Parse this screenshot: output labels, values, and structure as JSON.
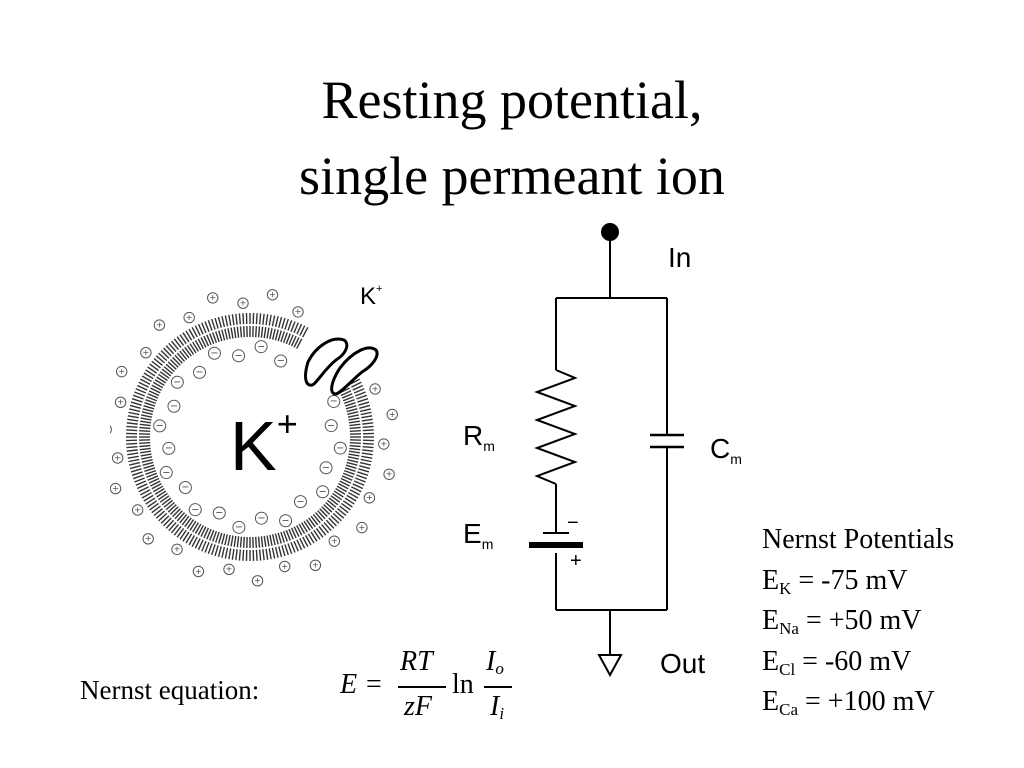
{
  "title": {
    "line1": "Resting potential,",
    "line2": "single permeant ion"
  },
  "cell": {
    "inside_ion": "K",
    "inside_charge": "+",
    "channel_ion": "K",
    "channel_charge": "+",
    "outside_charge_symbol": "+",
    "inside_charge_symbol": "−"
  },
  "circuit": {
    "in_label": "In",
    "out_label": "Out",
    "resistor_label": "R",
    "resistor_sub": "m",
    "capacitor_label": "C",
    "capacitor_sub": "m",
    "battery_label": "E",
    "battery_sub": "m",
    "battery_minus": "−",
    "battery_plus": "+"
  },
  "nernst_potentials": {
    "heading": "Nernst Potentials",
    "rows": [
      {
        "symbol": "E",
        "sub": "K",
        "value": " = -75 mV"
      },
      {
        "symbol": "E",
        "sub": "Na",
        "value": " = +50 mV"
      },
      {
        "symbol": "E",
        "sub": "Cl",
        "value": " = -60 mV"
      },
      {
        "symbol": "E",
        "sub": "Ca",
        "value": " = +100 mV"
      }
    ]
  },
  "equation": {
    "label": "Nernst equation:",
    "lhs": "E",
    "equals": "=",
    "numerator": "RT",
    "denominator": "zF",
    "ln": "ln",
    "ratio_num": "I",
    "ratio_num_sub": "o",
    "ratio_den": "I",
    "ratio_den_sub": "i"
  }
}
